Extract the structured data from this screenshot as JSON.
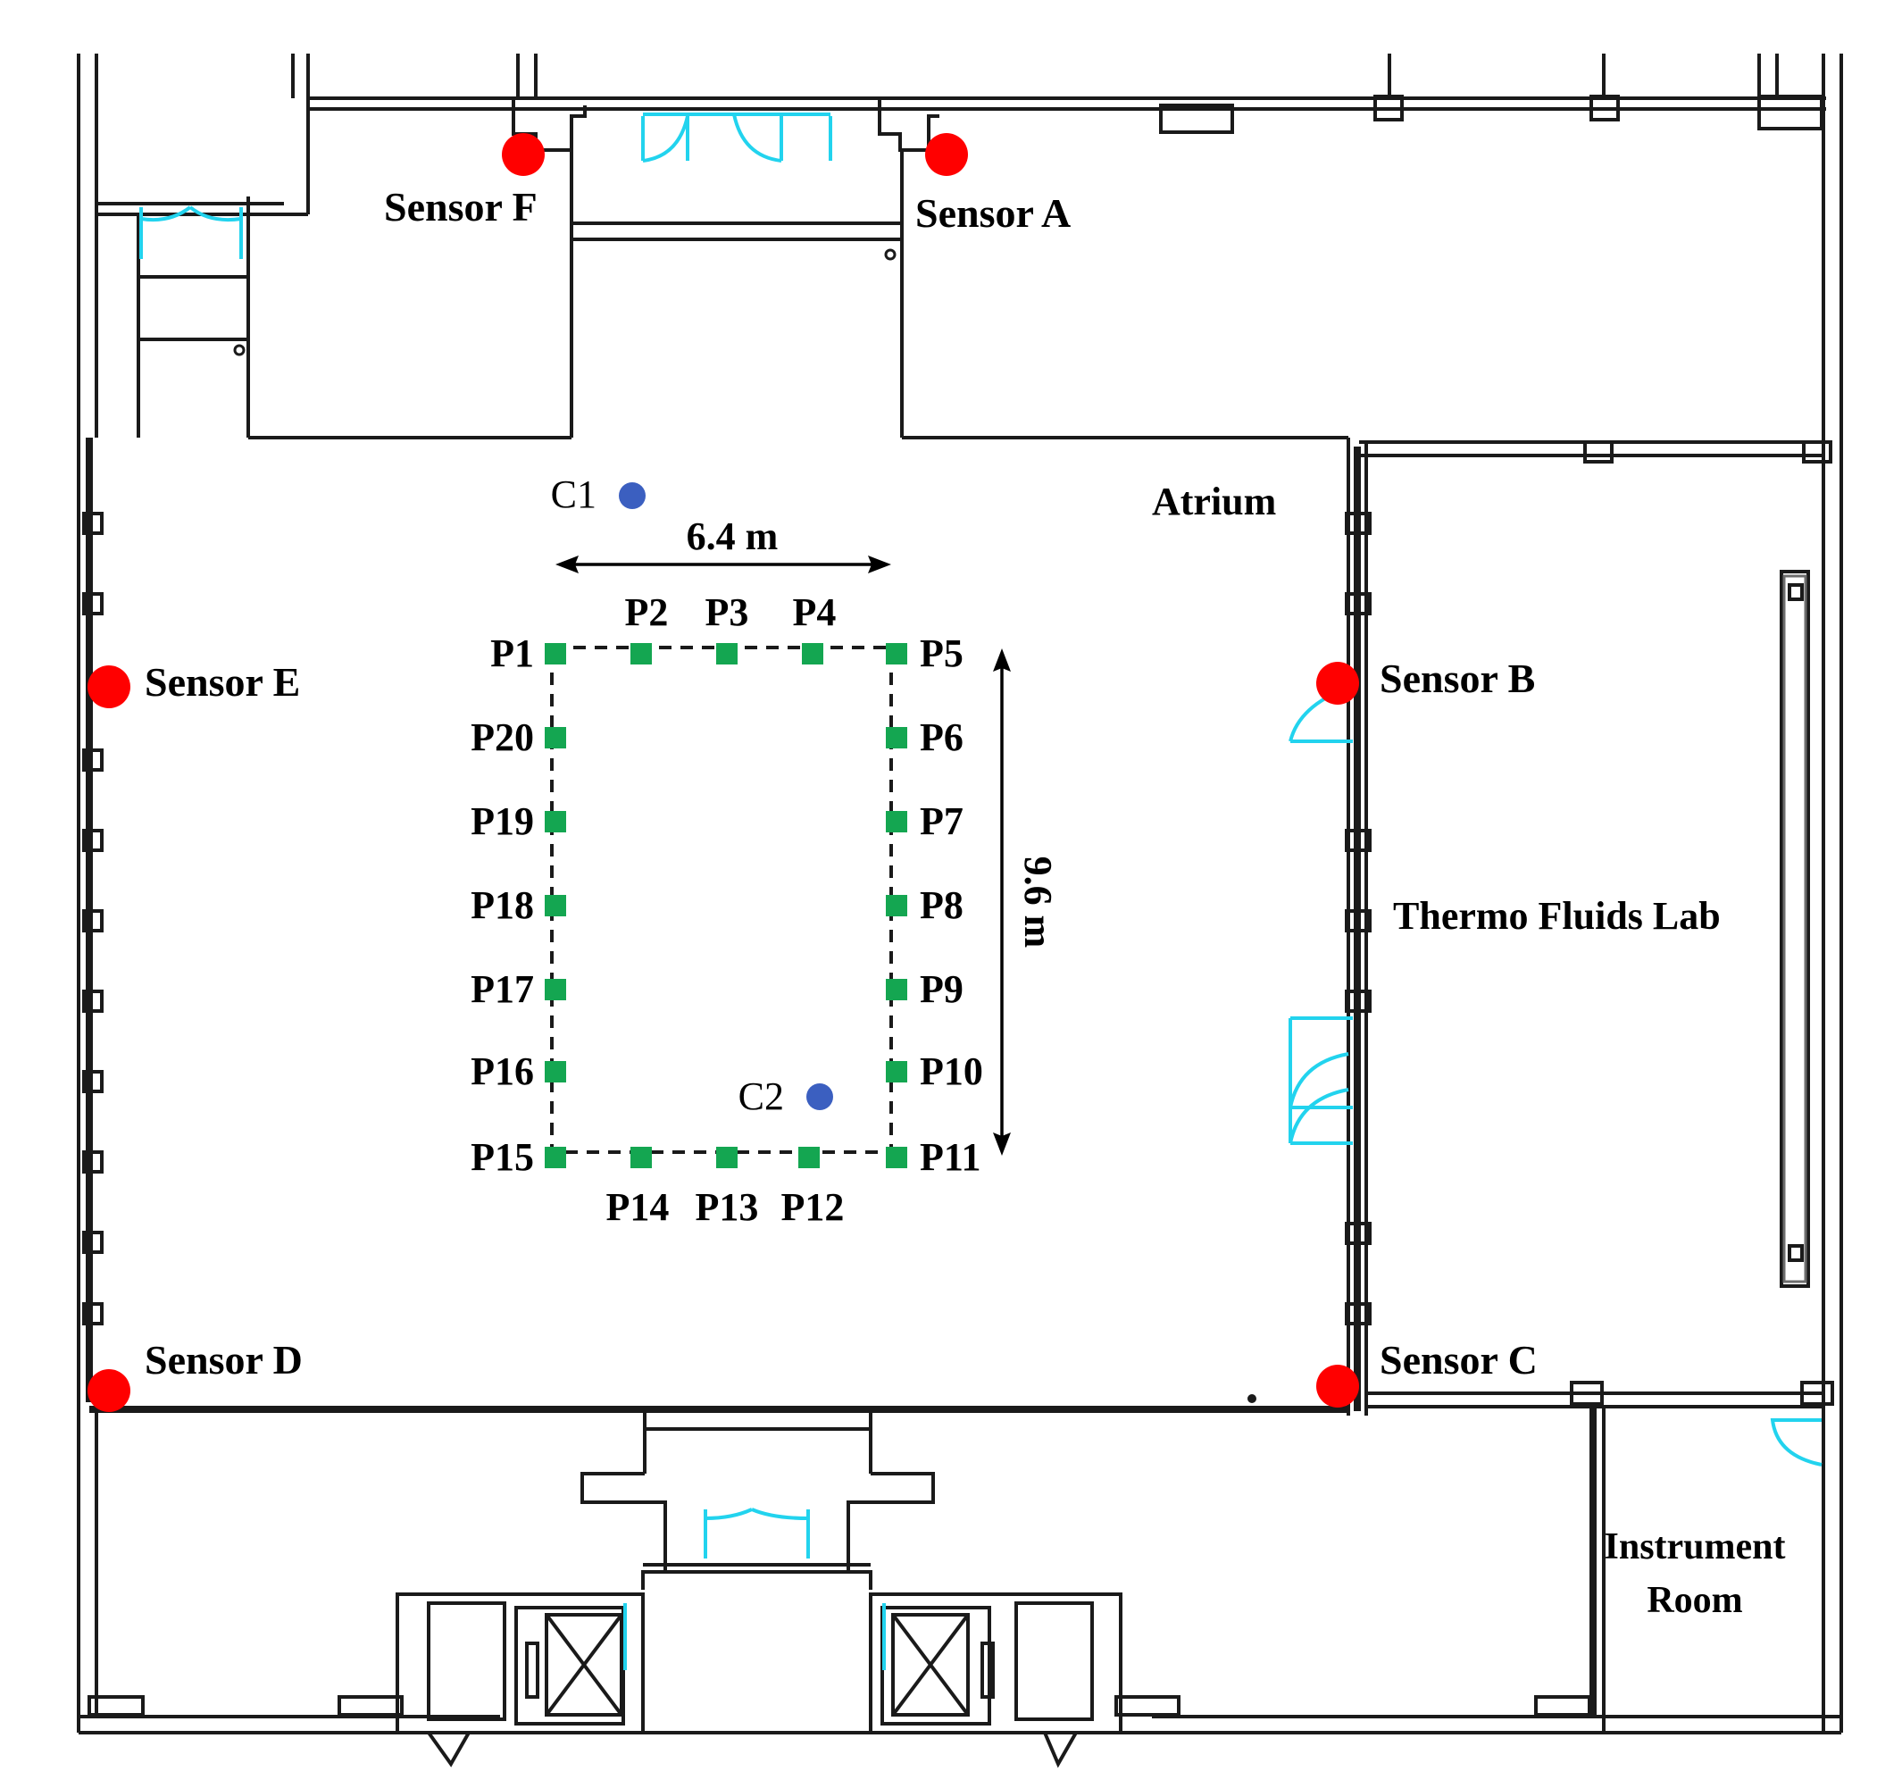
{
  "colors": {
    "sensor": "#ff0000",
    "measurement_point": "#14a651",
    "center_point": "#3b5fc0",
    "door": "#22d3ee",
    "wall": "#1a1a1a"
  },
  "rooms": {
    "atrium": "Atrium",
    "thermo_fluids_lab": "Thermo Fluids Lab",
    "instrument_room_line1": "Instrument",
    "instrument_room_line2": "Room"
  },
  "dimensions": {
    "width": "6.4 m",
    "height": "9.6 m"
  },
  "sensors": [
    {
      "id": "A",
      "label": "Sensor A"
    },
    {
      "id": "B",
      "label": "Sensor B"
    },
    {
      "id": "C",
      "label": "Sensor C"
    },
    {
      "id": "D",
      "label": "Sensor D"
    },
    {
      "id": "E",
      "label": "Sensor E"
    },
    {
      "id": "F",
      "label": "Sensor F"
    }
  ],
  "center_points": [
    {
      "id": "C1",
      "label": "C1"
    },
    {
      "id": "C2",
      "label": "C2"
    }
  ],
  "measurement_points": [
    "P1",
    "P2",
    "P3",
    "P4",
    "P5",
    "P6",
    "P7",
    "P8",
    "P9",
    "P10",
    "P11",
    "P12",
    "P13",
    "P14",
    "P15",
    "P16",
    "P17",
    "P18",
    "P19",
    "P20"
  ]
}
